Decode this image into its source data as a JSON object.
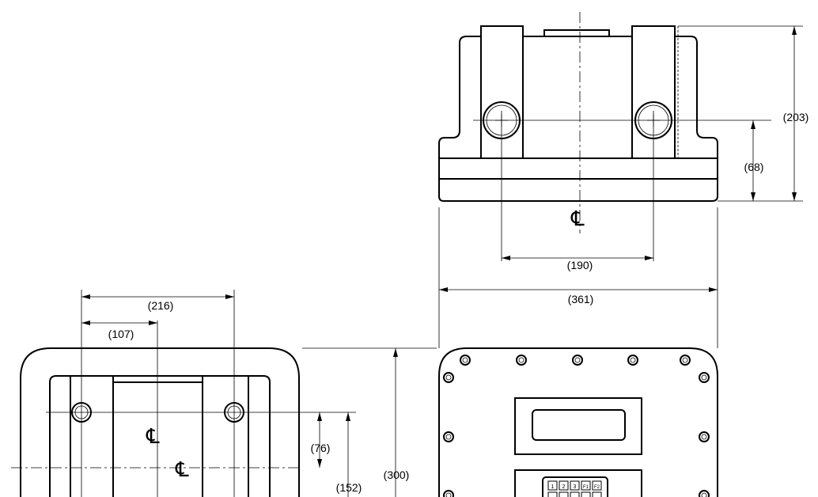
{
  "dimensions": {
    "height_total": "(203)",
    "height_center": "(68)",
    "width_holes_top": "(190)",
    "width_total_top": "(361)",
    "width_holes_side": "(216)",
    "width_half_side": "(107)",
    "height_side_hole": "(76)",
    "height_side_total": "(300)",
    "height_side_center": "(152)"
  },
  "centerline_symbol": "℄",
  "keypad": {
    "keys": [
      "1",
      "2",
      "3",
      "F1",
      "F2"
    ]
  }
}
